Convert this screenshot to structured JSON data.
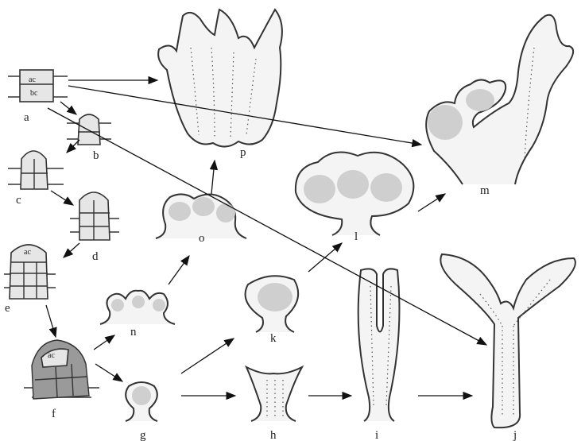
{
  "labels": {
    "a": "a",
    "b": "b",
    "c": "c",
    "d": "d",
    "e": "e",
    "f": "f",
    "g": "g",
    "h": "h",
    "i": "i",
    "j": "j",
    "k": "k",
    "l": "l",
    "m": "m",
    "n": "n",
    "o": "o",
    "p": "p"
  },
  "cell_labels": {
    "a_ac": "ac",
    "a_bc": "bc",
    "e_ac": "ac",
    "f_ac": "ac"
  }
}
